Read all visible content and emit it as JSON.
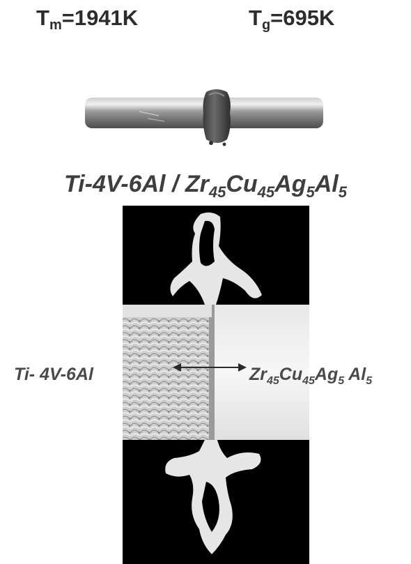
{
  "temperatures": {
    "melting": {
      "symbol": "T",
      "subscript": "m",
      "value": "=1941K"
    },
    "glass": {
      "symbol": "T",
      "subscript": "g",
      "value": "=695K"
    }
  },
  "title": {
    "left_alloy": "Ti-4V-6Al",
    "separator": " / ",
    "right_alloy": [
      {
        "el": "Zr",
        "sub": "45"
      },
      {
        "el": "Cu",
        "sub": "45"
      },
      {
        "el": "Ag",
        "sub": "5"
      },
      {
        "el": "Al",
        "sub": "5"
      }
    ]
  },
  "labels": {
    "left": "Ti- 4V-6Al",
    "right": [
      {
        "el": "Zr",
        "sub": "45"
      },
      {
        "el": "Cu",
        "sub": "45"
      },
      {
        "el": "Ag",
        "sub": "5"
      },
      {
        "el": " Al",
        "sub": "5"
      }
    ]
  },
  "colors": {
    "text": "#3a3a3a",
    "background": "#000000",
    "rod": "#9a9a9a",
    "flash": "#4a4a4a"
  }
}
